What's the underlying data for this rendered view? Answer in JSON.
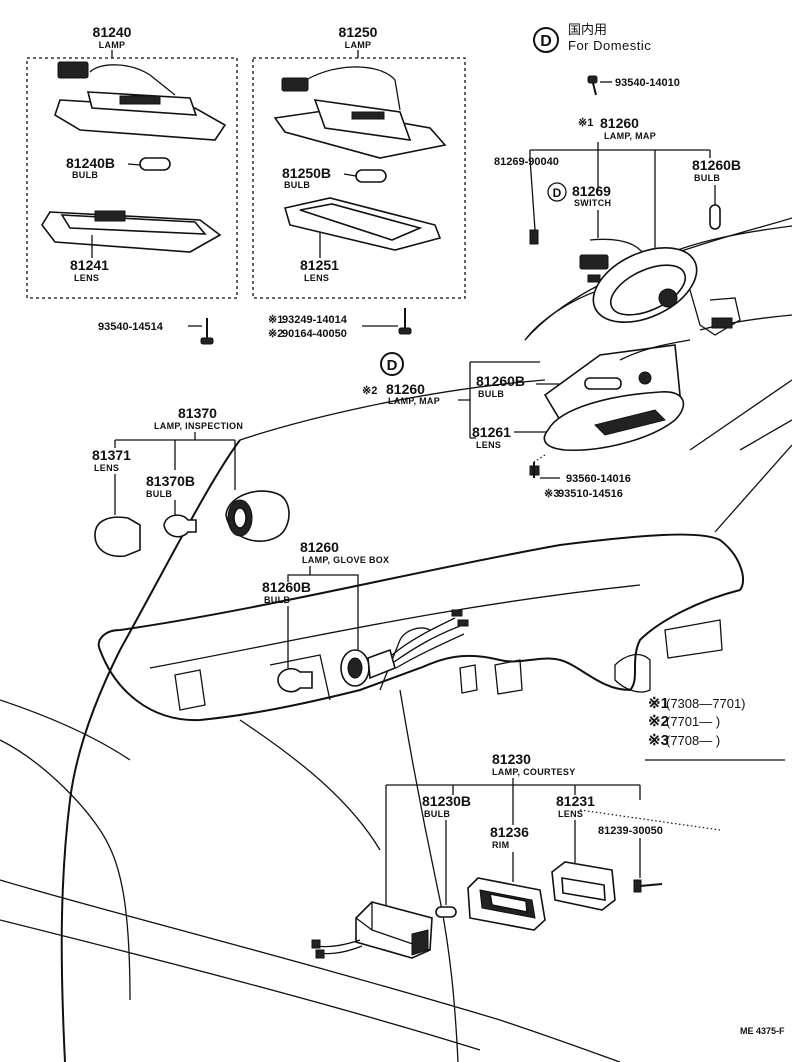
{
  "legend_domestic": {
    "symbol": "D",
    "jp": "国内用",
    "en": "For Domestic"
  },
  "parts": {
    "p81240": {
      "number": "81240",
      "name": "LAMP"
    },
    "p81240b": {
      "number": "81240B",
      "name": "BULB"
    },
    "p81241": {
      "number": "81241",
      "name": "LENS"
    },
    "p81250": {
      "number": "81250",
      "name": "LAMP"
    },
    "p81250b": {
      "number": "81250B",
      "name": "BULB"
    },
    "p81251": {
      "number": "81251",
      "name": "LENS"
    },
    "screw_a": {
      "number": "93540-14514"
    },
    "screw_b1": {
      "mark": "※1",
      "number": "93249-14014"
    },
    "screw_b2": {
      "mark": "※2",
      "number": "90164-40050"
    },
    "screw_top": {
      "number": "93540-14010"
    },
    "map1": {
      "mark": "※1",
      "number": "81260",
      "name": "LAMP, MAP"
    },
    "p81269_90040": {
      "number": "81269-90040"
    },
    "p81269": {
      "symbol": "D",
      "number": "81269",
      "name": "SWITCH"
    },
    "p81260b_top": {
      "number": "81260B",
      "name": "BULB"
    },
    "map2": {
      "symbol": "D",
      "mark": "※2",
      "number": "81260",
      "name": "LAMP, MAP"
    },
    "map2_bulb": {
      "number": "81260B",
      "name": "BULB"
    },
    "map2_lens": {
      "number": "81261",
      "name": "LENS"
    },
    "screw_c": {
      "number": "93560-14016"
    },
    "screw_d": {
      "mark": "※3",
      "number": "93510-14516"
    },
    "insp": {
      "number": "81370",
      "name": "LAMP, INSPECTION"
    },
    "insp_lens": {
      "number": "81371",
      "name": "LENS"
    },
    "insp_bulb": {
      "number": "81370B",
      "name": "BULB"
    },
    "glove": {
      "number": "81260",
      "name": "LAMP, GLOVE BOX"
    },
    "glove_bulb": {
      "number": "81260B",
      "name": "BULB"
    },
    "court": {
      "number": "81230",
      "name": "LAMP, COURTESY"
    },
    "court_bulb": {
      "number": "81230B",
      "name": "BULB"
    },
    "court_rim": {
      "number": "81236",
      "name": "RIM"
    },
    "court_lens": {
      "number": "81231",
      "name": "LENS"
    },
    "court_screw": {
      "number": "81239-30050"
    }
  },
  "notes": [
    {
      "mark": "※1",
      "text": "(7308—7701)"
    },
    {
      "mark": "※2",
      "text": "(7701—      )"
    },
    {
      "mark": "※3",
      "text": "(7708—      )"
    }
  ],
  "footer_code": "ME 4375-F"
}
